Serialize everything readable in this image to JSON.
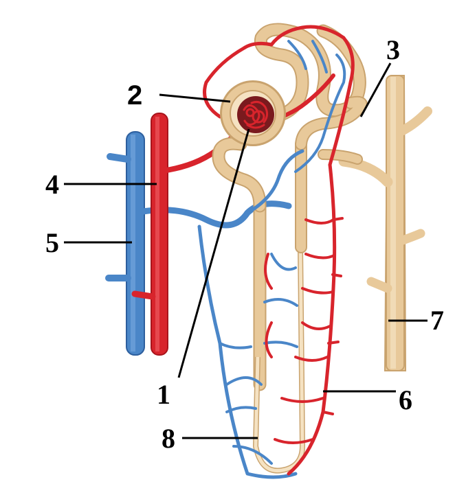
{
  "diagram": {
    "labels": {
      "1": "1",
      "2": "2",
      "3": "3",
      "4": "4",
      "5": "5",
      "6": "6",
      "7": "7",
      "8": "8"
    },
    "colors": {
      "artery": "#d8242c",
      "artery_dark": "#a8141c",
      "vein": "#4a86c8",
      "vein_dark": "#2d5f9e",
      "tubule": "#e8c99a",
      "tubule_dark": "#c9a36e",
      "tubule_light": "#f5e2c2",
      "capsule_inner": "#7a1a1e"
    }
  }
}
